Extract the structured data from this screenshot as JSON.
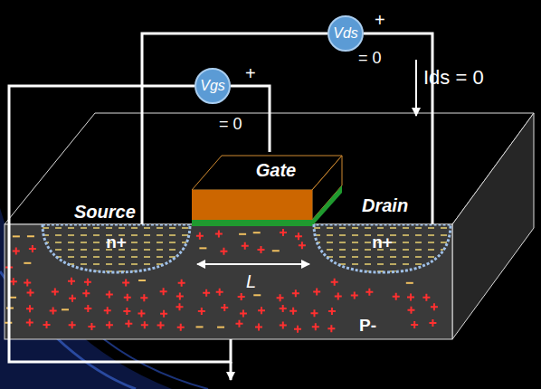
{
  "diagram": {
    "nodes": [
      {
        "text": [
          "Vds"
        ]
      },
      {
        "text": [
          "Vgs"
        ]
      },
      {
        "text": [
          "Gate"
        ]
      },
      {
        "text": [
          "P-"
        ]
      },
      {
        "text": [
          "n+"
        ],
        "in": 3
      },
      {
        "text": [
          "n+"
        ],
        "in": 3
      }
    ],
    "edges": [
      {
        "from": 0,
        "to": 4,
        "arrow": "none"
      },
      {
        "from": 0,
        "to": 5,
        "arrow": "none"
      },
      {
        "from": 1,
        "to": 2,
        "arrow": "none"
      },
      {
        "from": 1,
        "to": 3,
        "arrow": "none"
      }
    ],
    "labels": [
      "+",
      "= 0",
      "Ids = 0",
      "+",
      "= 0",
      "Source",
      "Drain",
      "L"
    ]
  }
}
